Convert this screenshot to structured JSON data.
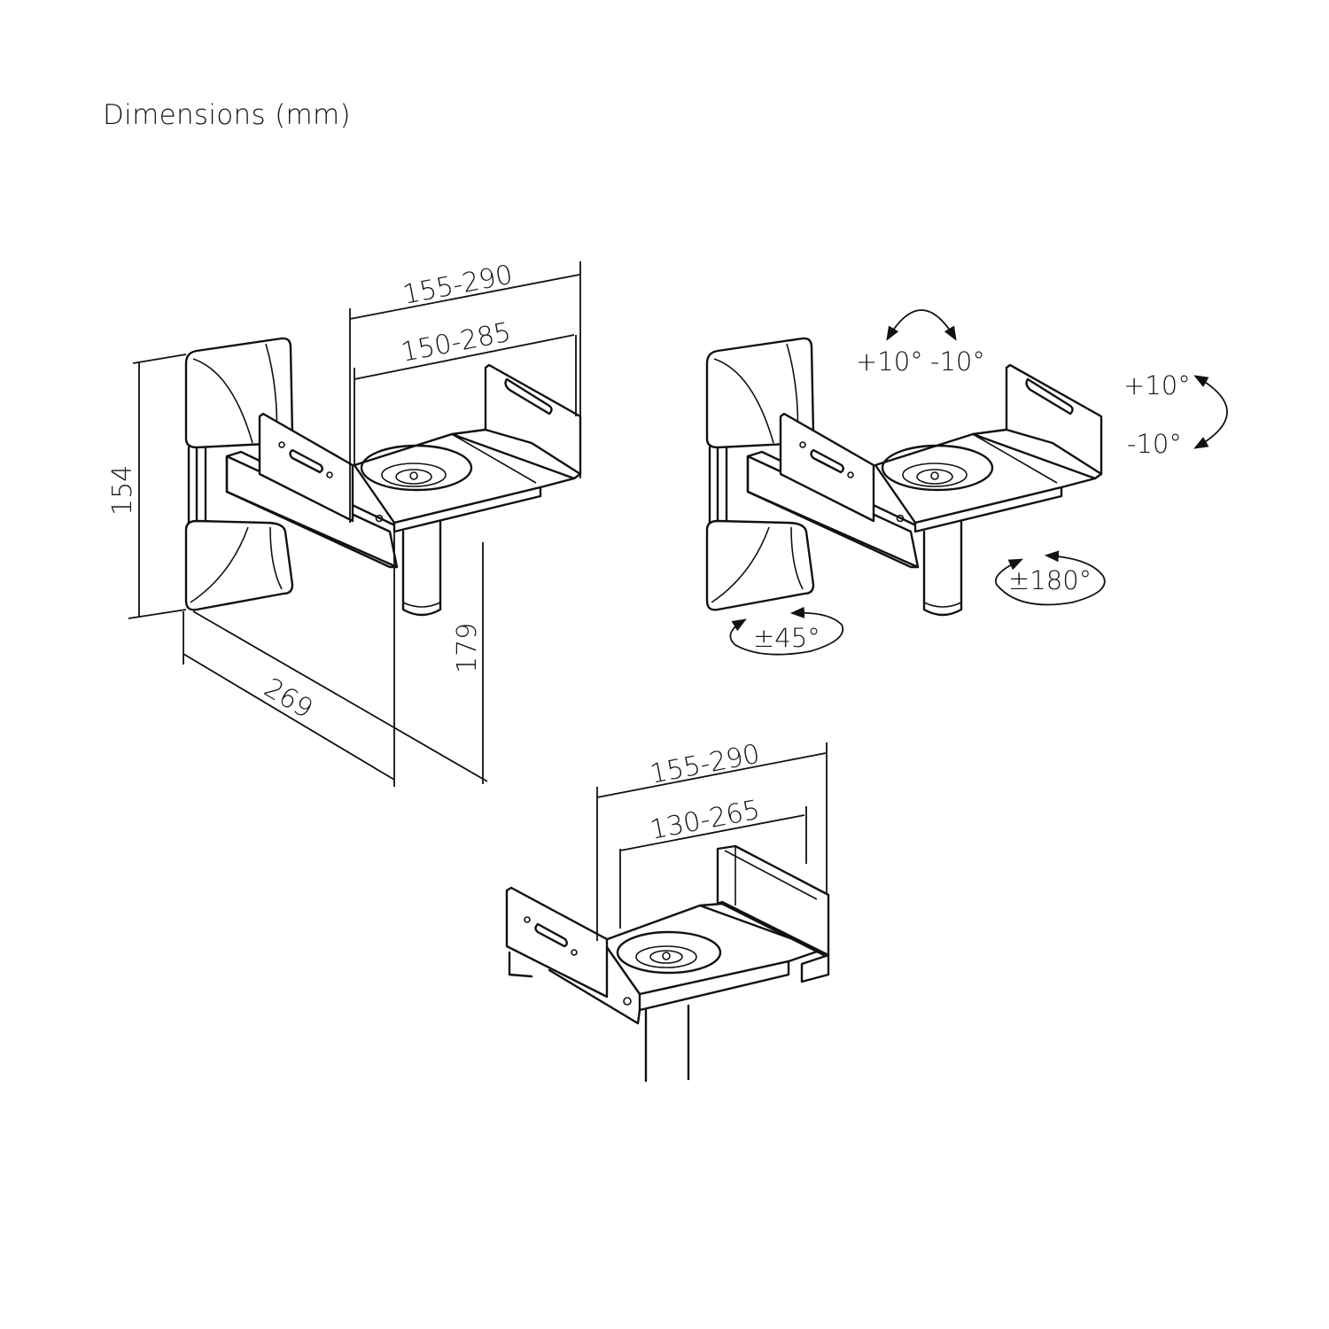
{
  "title": "Dimensions (mm)",
  "views": {
    "main": {
      "dimensions": {
        "outer_width": "155-290",
        "inner_width": "150-285",
        "height": "154",
        "depth": "269",
        "drop": "179"
      }
    },
    "rotation": {
      "tilt_top_plus": "+10°",
      "tilt_top_minus": "-10°",
      "tilt_side_plus": "+10°",
      "tilt_side_minus": "-10°",
      "swivel_arm": "±45°",
      "swivel_platform": "±180°"
    },
    "platform": {
      "dimensions": {
        "outer_width": "155-290",
        "inner_width": "130-265"
      }
    }
  }
}
